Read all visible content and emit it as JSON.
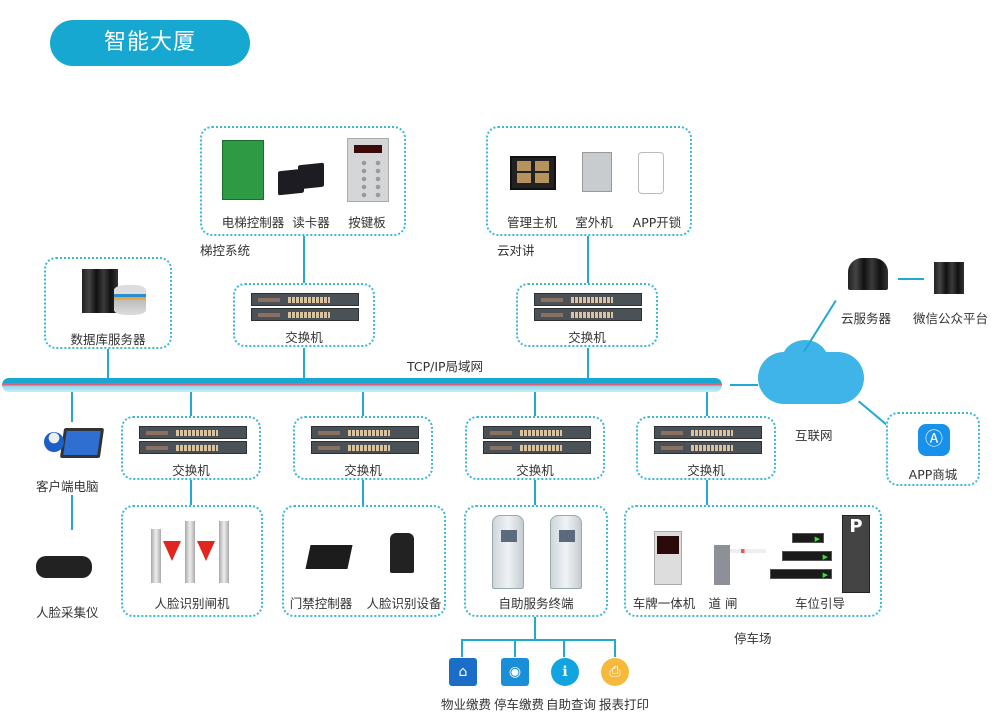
{
  "title": "智能大厦",
  "network": {
    "lan_label": "TCP/IP局域网",
    "internet_label": "互联网"
  },
  "groups": {
    "elevator": {
      "caption": "梯控系统",
      "devices": [
        "电梯控制器",
        "读卡器",
        "按键板"
      ]
    },
    "intercom": {
      "caption": "云对讲",
      "devices": [
        "管理主机",
        "室外机",
        "APP开锁"
      ]
    },
    "database": {
      "label": "数据库服务器"
    },
    "client_pc": {
      "label": "客户端电脑"
    },
    "face_capture": {
      "label": "人脸采集仪"
    },
    "cloud_services": {
      "cloud_server": "云服务器",
      "wechat": "微信公众平台"
    },
    "app_store": {
      "label": "APP商城"
    },
    "face_gate": {
      "label": "人脸识别闸机"
    },
    "access": {
      "devices": [
        "门禁控制器",
        "人脸识别设备"
      ]
    },
    "kiosk": {
      "label": "自助服务终端",
      "functions": [
        "物业缴费",
        "停车缴费",
        "自助查询",
        "报表打印"
      ]
    },
    "parking": {
      "caption": "停车场",
      "devices": [
        "车牌一体机",
        "道 闸",
        "车位引导"
      ]
    }
  },
  "switch_label": "交换机",
  "parking_tower_letter": "P",
  "colors": {
    "accent": "#16a8d0",
    "line": "#22a9d3",
    "bus_stripe": "#e0607a",
    "cloud": "#3fb4e8"
  }
}
